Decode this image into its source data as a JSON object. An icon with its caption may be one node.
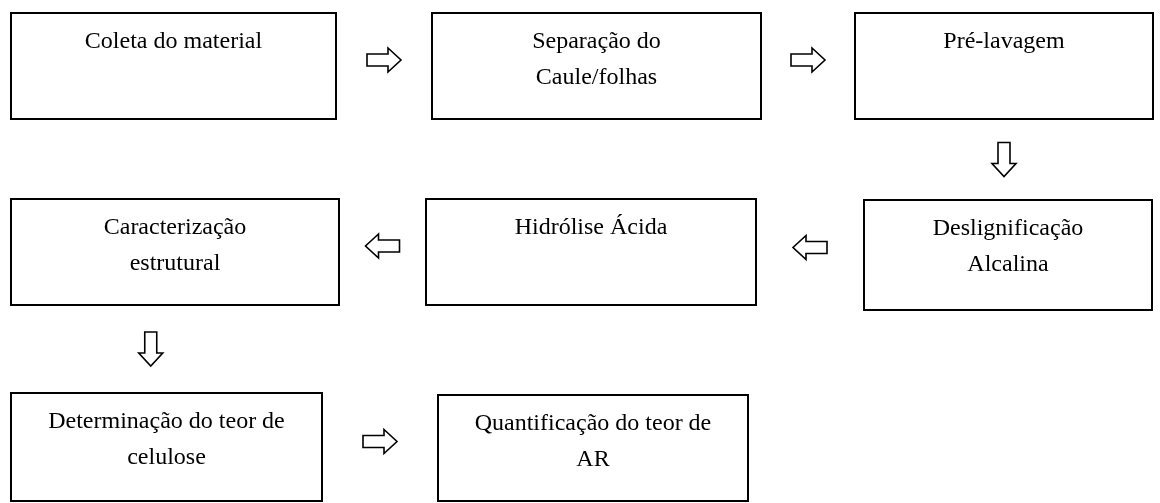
{
  "diagram": {
    "nodes": [
      {
        "text": [
          "Coleta do material"
        ]
      },
      {
        "text": [
          "Separação do Caule/folhas"
        ]
      },
      {
        "text": [
          "Pré-lavagem"
        ]
      },
      {
        "text": [
          "Deslignificação Alcalina"
        ]
      },
      {
        "text": [
          "Hidrólise Ácida"
        ]
      },
      {
        "text": [
          "Caracterização estrutural"
        ]
      },
      {
        "text": [
          "Determinação do teor de celulose"
        ]
      },
      {
        "text": [
          "Quantificação do teor de AR"
        ]
      }
    ],
    "edges": [
      {
        "from": 0,
        "to": 1,
        "arrow": "to"
      },
      {
        "from": 1,
        "to": 2,
        "arrow": "to"
      },
      {
        "from": 2,
        "to": 3,
        "arrow": "to"
      },
      {
        "from": 3,
        "to": 4,
        "arrow": "to"
      },
      {
        "from": 4,
        "to": 5,
        "arrow": "to"
      },
      {
        "from": 5,
        "to": 6,
        "arrow": "to"
      },
      {
        "from": 6,
        "to": 7,
        "arrow": "to"
      }
    ]
  }
}
